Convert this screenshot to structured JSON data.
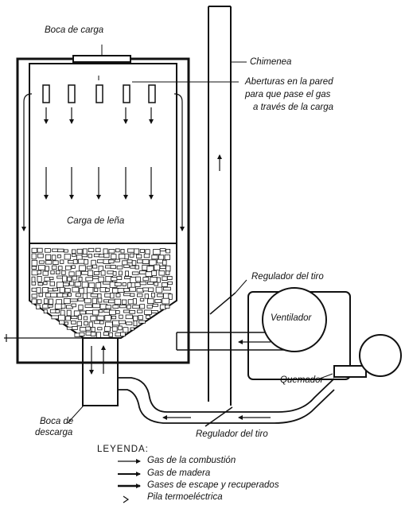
{
  "labels": {
    "boca_de_carga": "Boca de carga",
    "chimenea": "Chimenea",
    "aberturas_line1": "Aberturas en la pared",
    "aberturas_line2": "para que pase el gas",
    "aberturas_line3": "a través de la carga",
    "carga_de_lena": "Carga de leña",
    "regulador_del_tiro_upper": "Regulador del tiro",
    "ventilador": "Ventilador",
    "quemador": "Quemador",
    "boca_de_descarga_line1": "Boca de",
    "boca_de_descarga_line2": "descarga",
    "regulador_del_tiro_lower": "Regulador del tiro"
  },
  "legend": {
    "title": "LEYENDA:",
    "items": [
      {
        "symbol": "thin-arrow",
        "text": "Gas de la combustión"
      },
      {
        "symbol": "filled-arrow",
        "text": "Gas de madera"
      },
      {
        "symbol": "double-arrow",
        "text": "Gases de escape y recuperados"
      },
      {
        "symbol": "thermocouple",
        "text": "Pila termoeléctrica"
      }
    ]
  },
  "colors": {
    "ink": "#111111",
    "background": "#ffffff"
  }
}
